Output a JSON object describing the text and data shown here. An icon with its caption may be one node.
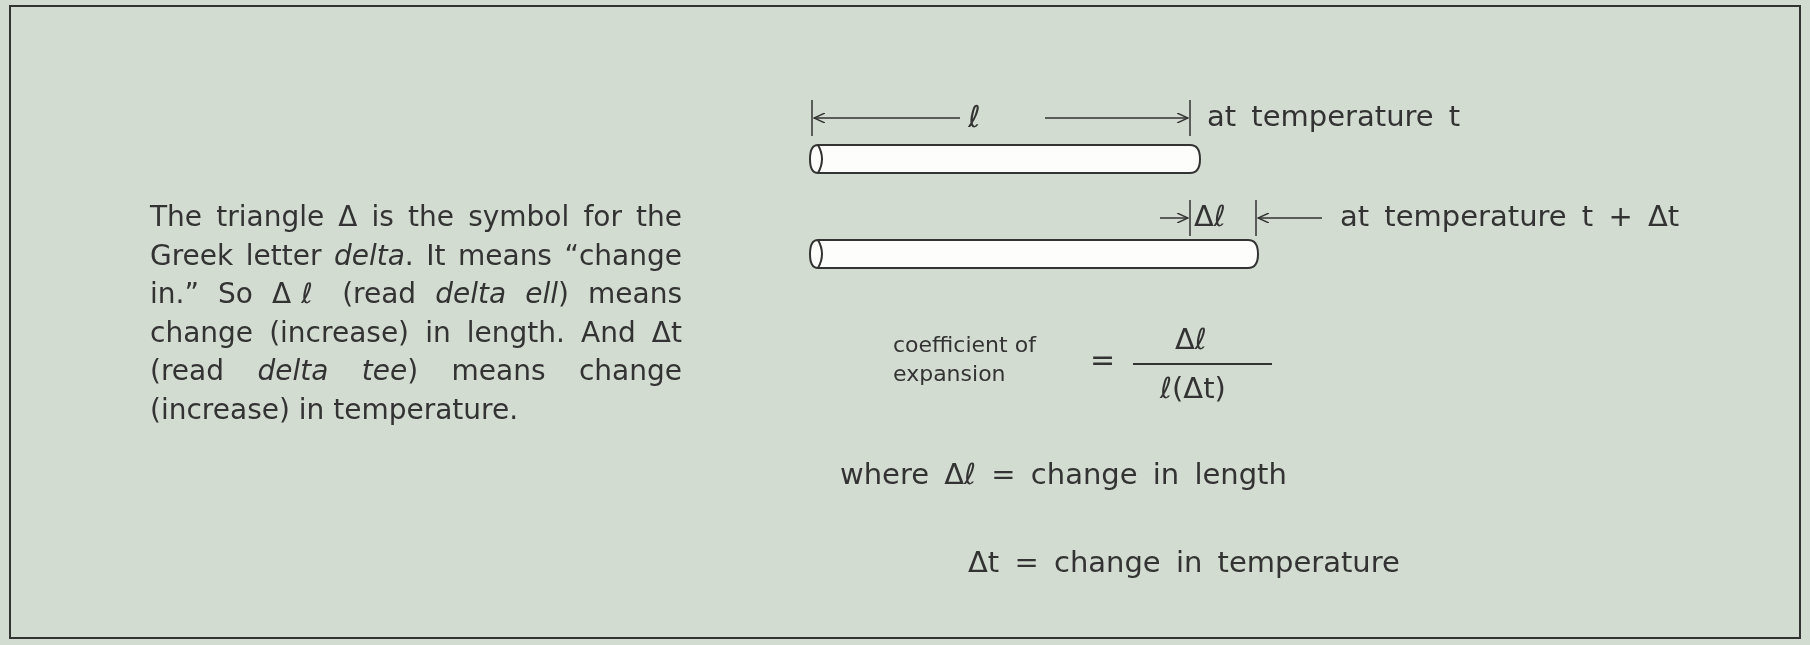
{
  "diagram": {
    "labels": [
      "The triangle Δ is the symbol for the Greek letter *delta*. It means “change in.” So Δℓ (read *delta ell*) means change (increase) in length. And Δt (read *delta tee*) means change (increase) in temperature.",
      "ℓ",
      "at temperature t",
      "Δℓ",
      "at temperature t + Δt",
      "coefficient of expansion",
      "=",
      "Δℓ",
      "ℓ(Δt)",
      "where Δℓ = change in length",
      "Δt = change in temperature"
    ]
  }
}
